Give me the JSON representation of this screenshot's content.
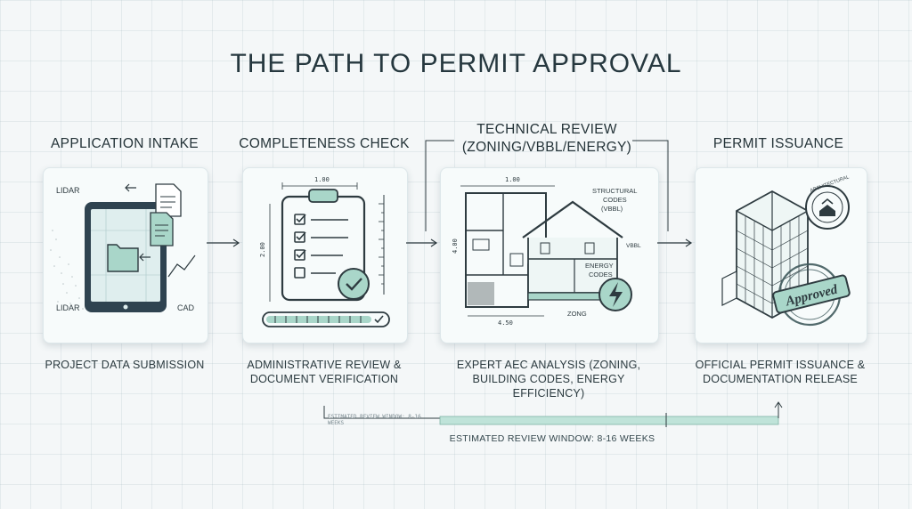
{
  "title": "THE PATH TO PERMIT APPROVAL",
  "stages": [
    {
      "title": "APPLICATION INTAKE",
      "caption": "PROJECT DATA SUBMISSION",
      "labels": {
        "lidar_top": "LIDAR",
        "lidar_bottom": "LIDAR",
        "cad": "CAD"
      }
    },
    {
      "title": "COMPLETENESS CHECK",
      "caption_line1": "ADMINISTRATIVE REVIEW &",
      "caption_line2": "DOCUMENT VERIFICATION",
      "labels": {
        "dim_top": "1.00",
        "dim_side": "2.00"
      }
    },
    {
      "title_line1": "TECHNICAL REVIEW",
      "title_line2": "(ZONING/VBBL/ENERGY)",
      "caption_line1": "EXPERT AEC ANALYSIS (ZONING,",
      "caption_line2": "BUILDING CODES, ENERGY EFFICIENCY)",
      "labels": {
        "structural_line1": "STRUCTURAL",
        "structural_line2": "CODES",
        "structural_line3": "(VBBL)",
        "energy_line1": "ENERGY",
        "energy_line2": "CODES",
        "zoning": "ZONG",
        "vbbl": "VBBL",
        "dim_top": "1.00",
        "dim_side": "4.00",
        "dim_bottom": "4.50"
      }
    },
    {
      "title": "PERMIT ISSUANCE",
      "caption_line1": "OFFICIAL PERMIT ISSUANCE &",
      "caption_line2": "DOCUMENTATION RELEASE",
      "labels": {
        "stamp": "Approved",
        "seal_text": "ARCHITECTURAL"
      }
    }
  ],
  "timeline": {
    "label": "ESTIMATED REVIEW WINDOW: 8-16 WEEKS",
    "small_label": "ESTIMATED REVIEW WINDOW: 8-16 WEEKS"
  },
  "colors": {
    "accent": "#a9d6c9",
    "accent_dark": "#2f5f5a",
    "line": "#2e3b40"
  }
}
